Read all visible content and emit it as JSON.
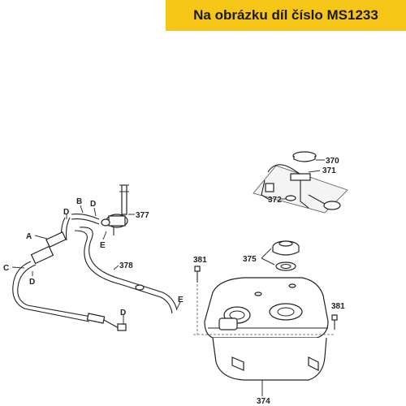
{
  "banner": {
    "text": "Na obrázku díl číslo MS1233",
    "color": "#f5c518"
  },
  "labels": {
    "l370": "370",
    "l371": "371",
    "l372": "372",
    "l377": "377",
    "l375": "375",
    "l378": "378",
    "l381a": "381",
    "l381b": "381",
    "l374": "374",
    "lA": "A",
    "lB": "B",
    "lC": "C",
    "lD1": "D",
    "lD2": "D",
    "lD3": "D",
    "lD4": "D",
    "lE1": "E",
    "lE2": "E"
  }
}
